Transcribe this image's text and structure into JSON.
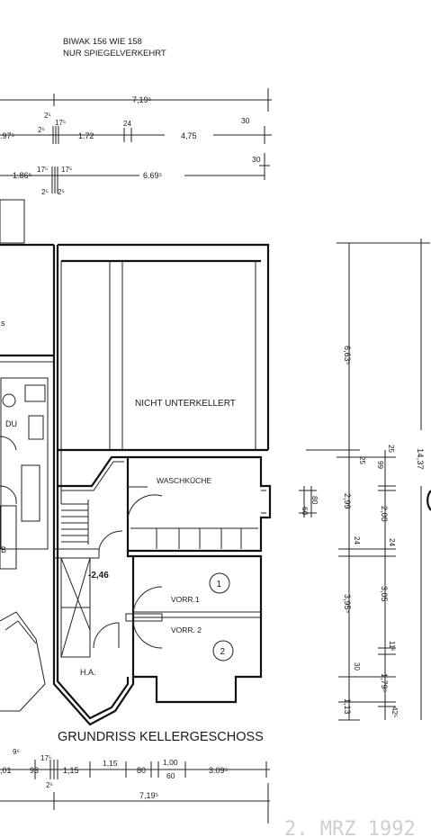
{
  "header": {
    "line1": "BIWAK 156 WIE 158",
    "line2": "NUR SPIEGELVERKEHRT"
  },
  "title": "GRUNDRISS KELLERGESCHOSS",
  "rooms": {
    "nicht_unterkellert": "NICHT UNTERKELLERT",
    "waschkueche": "WASCHKÜCHE",
    "du": "DU",
    "vorr1": "VORR.1",
    "vorr2": "VORR. 2",
    "ha": "H.A.",
    "level": "-2,46",
    "left_s": "s",
    "left_b": "B"
  },
  "markers": {
    "m1": "1",
    "m2": "2"
  },
  "dims_top": {
    "total": "7,19⁵",
    "r2_a": "2⁵",
    "r2_b": "17⁵",
    "r2_c": "2⁵",
    "r2_d": "24",
    "r2_e": "30",
    "r3_a": ".97⁵",
    "r3_b": "17⁵",
    "r3_c": "1.72",
    "r3_d": "4,75",
    "r4_a": "30",
    "r5_a": "1.86⁵",
    "r5_b": "17⁵",
    "r5_c": "17⁵",
    "r5_d": "6.69⁵",
    "r6_a": "2⁵",
    "r6_b": "2⁵"
  },
  "dims_right": {
    "d663": "6,63⁵",
    "d25": "25",
    "d99": "99",
    "d25b": "25",
    "d299": "2,99",
    "d200": "2,00",
    "d24a": "24",
    "d24b": "24",
    "d395": "3,95⁵",
    "d305": "3,05",
    "d115": "11⁵",
    "d30": "30",
    "d179": "1,79⁵",
    "d113": "1,13",
    "d425": "42⁵",
    "d1437": "14,37",
    "d60": "60",
    "d80": "80"
  },
  "dims_bottom": {
    "b9": "9⁵",
    "b17": "17⁵",
    "b01": ",01",
    "b93": "93",
    "b115a": "1,15",
    "b115b": "1,15",
    "b80": "80",
    "b100": "1,00",
    "b60": "60",
    "b309": "3.09⁵",
    "b2": "2⁵",
    "total": "7,19⁵"
  },
  "stamp": "2. MRZ 1992"
}
